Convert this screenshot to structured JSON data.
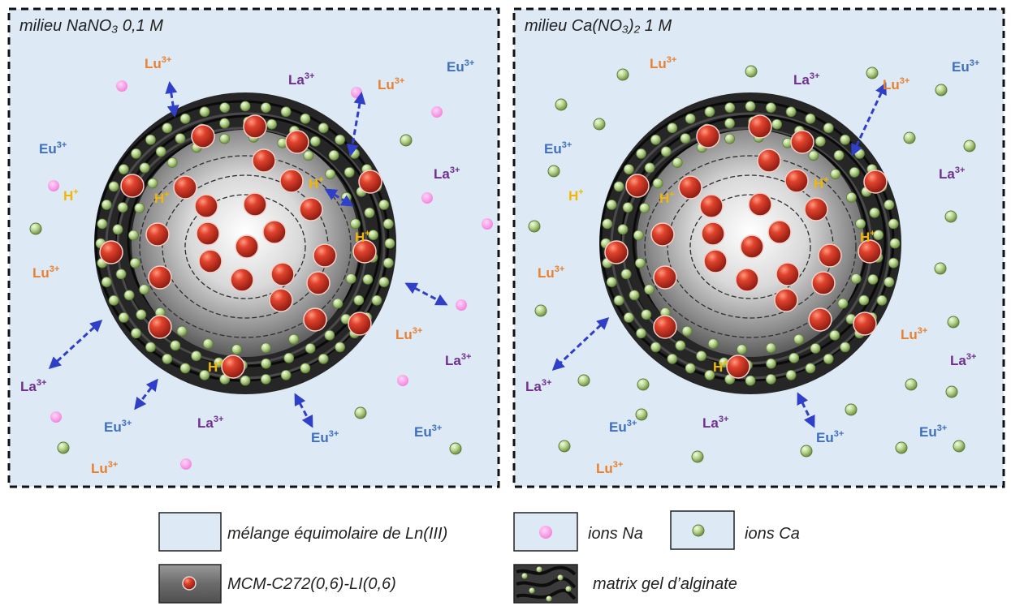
{
  "panels": [
    {
      "title": "milieu NaNO₃ 0,1 M",
      "small_ion_type": "na",
      "h_labels": [
        "H",
        "H",
        "H",
        "H",
        "H"
      ],
      "ion_labels": [
        {
          "element": "Lu",
          "charge": "3+"
        },
        {
          "element": "La",
          "charge": "3+"
        },
        {
          "element": "Lu",
          "charge": "3+"
        },
        {
          "element": "Eu",
          "charge": "3+"
        },
        {
          "element": "Eu",
          "charge": "3+"
        },
        {
          "element": "La",
          "charge": "3+"
        },
        {
          "element": "Lu",
          "charge": "3+"
        },
        {
          "element": "Lu",
          "charge": "3+"
        },
        {
          "element": "La",
          "charge": "3+"
        },
        {
          "element": "La",
          "charge": "3+"
        },
        {
          "element": "Eu",
          "charge": "3+"
        },
        {
          "element": "La",
          "charge": "3+"
        },
        {
          "element": "Eu",
          "charge": "3+"
        },
        {
          "element": "Eu",
          "charge": "3+"
        },
        {
          "element": "Lu",
          "charge": "3+"
        }
      ]
    },
    {
      "title": "milieu Ca(NO₃)₂ 1 M",
      "small_ion_type": "ca",
      "h_labels": [
        "H",
        "H",
        "H",
        "H",
        "H"
      ],
      "ion_labels": [
        {
          "element": "Lu",
          "charge": "3+"
        },
        {
          "element": "La",
          "charge": "3+"
        },
        {
          "element": "Lu",
          "charge": "3+"
        },
        {
          "element": "Eu",
          "charge": "3+"
        },
        {
          "element": "Eu",
          "charge": "3+"
        },
        {
          "element": "La",
          "charge": "3+"
        },
        {
          "element": "Lu",
          "charge": "3+"
        },
        {
          "element": "Lu",
          "charge": "3+"
        },
        {
          "element": "La",
          "charge": "3+"
        },
        {
          "element": "La",
          "charge": "3+"
        },
        {
          "element": "Eu",
          "charge": "3+"
        },
        {
          "element": "La",
          "charge": "3+"
        },
        {
          "element": "Eu",
          "charge": "3+"
        },
        {
          "element": "Eu",
          "charge": "3+"
        },
        {
          "element": "Lu",
          "charge": "3+"
        }
      ]
    }
  ],
  "h_charge": "+",
  "legend": {
    "equimolar_label": "mélange équimolaire de Ln(III)",
    "na_label": "ions Na",
    "ca_label": "ions Ca",
    "mcm_label": "MCM-C272(0,6)-LI(0,6)",
    "matrix_label": "matrix gel d’alginate"
  },
  "colors": {
    "background": "#dde9f4",
    "lu": "#e8802f",
    "la": "#6f2f8f",
    "eu": "#3f6fbf",
    "h": "#f2b705",
    "na": "#f59ee3",
    "ca": "#a8c77a",
    "red_bead": "#c0392b",
    "arrow": "#2f3fc8"
  }
}
